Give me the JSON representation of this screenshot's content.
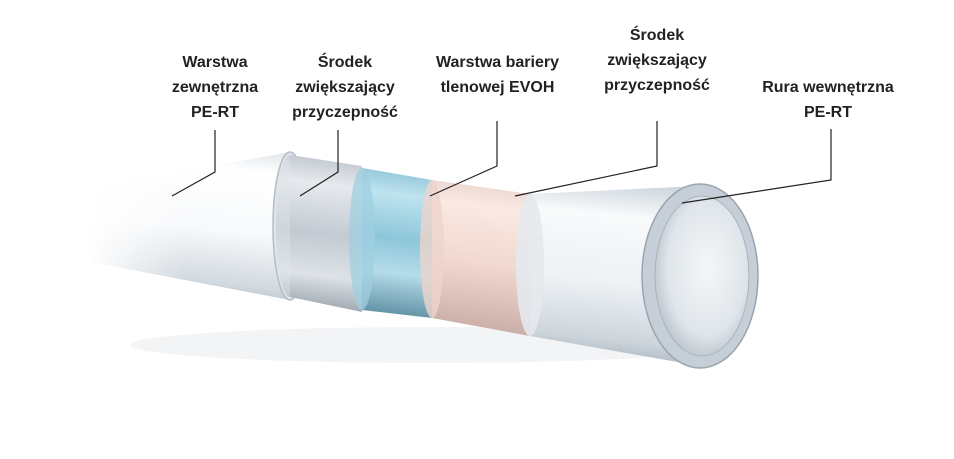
{
  "labels": {
    "outer_layer": {
      "line1": "Warstwa",
      "line2": "zewnętrzna",
      "line3": "PE-RT"
    },
    "adhesive_1": {
      "line1": "Środek",
      "line2": "zwiększający",
      "line3": "przyczepność"
    },
    "evoh_barrier": {
      "line1": "Warstwa bariery",
      "line2": "tlenowej EVOH"
    },
    "adhesive_2": {
      "line1": "Środek",
      "line2": "zwiększający",
      "line3": "przyczepność"
    },
    "inner_pipe": {
      "line1": "Rura wewnętrzna",
      "line2": "PE-RT"
    }
  },
  "colors": {
    "outer_layer": "#eef1f4",
    "adhesive_1": "#cfd5dc",
    "evoh_barrier": "#a9d4e4",
    "adhesive_2": "#f3dcd4",
    "inner_pipe": "#e8ecef",
    "leader_line": "#222222"
  }
}
